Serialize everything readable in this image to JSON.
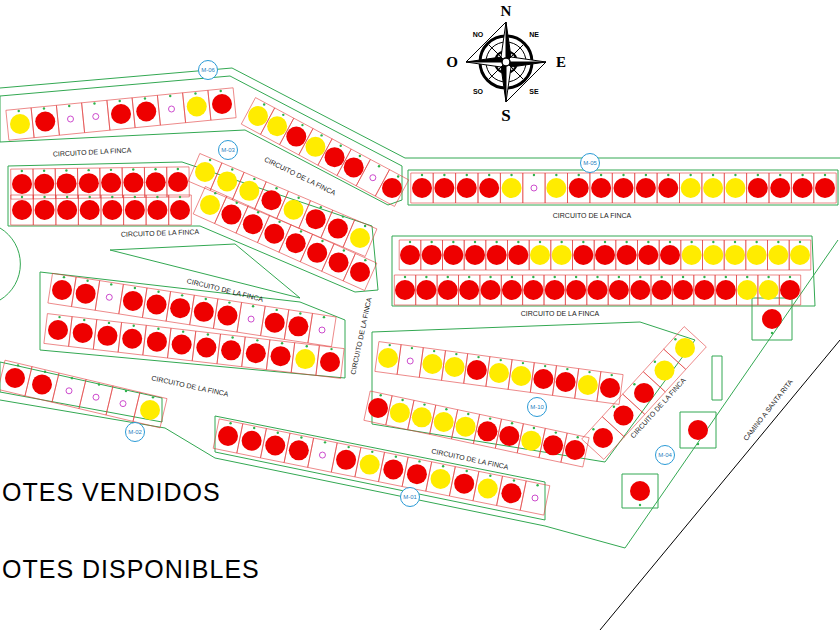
{
  "diagram": {
    "nodes": [
      {
        "text": [
          "M-06"
        ]
      },
      {
        "text": [
          "M-03"
        ]
      },
      {
        "text": [
          "M-05"
        ]
      },
      {
        "text": [
          "M-02"
        ]
      },
      {
        "text": [
          "M-10"
        ]
      },
      {
        "text": [
          "M-01"
        ]
      },
      {
        "text": [
          "M-04"
        ]
      }
    ],
    "labels": [
      "CIRCUITO DE LA FINCA",
      "CIRCUITO DE LA FINCA",
      "CIRCUITO DE LA FINCA",
      "CIRCUITO DE LA FINCA",
      "CIRCUITO DE LA FINCA",
      "CIRCUITO DE LA FINCA",
      "CIRCUITO DE LA FINCA",
      "CIRCUITO DE LA FINCA",
      "CIRCUITO DE LA FINCA",
      "CIRCUITO DE LA FINCA",
      "CAMINO A SANTA RITA",
      "N",
      "NO",
      "NE",
      "O",
      "E",
      "SO",
      "SE",
      "S",
      "OTES VENDIDOS",
      "OTES DISPONIBLES"
    ]
  }
}
